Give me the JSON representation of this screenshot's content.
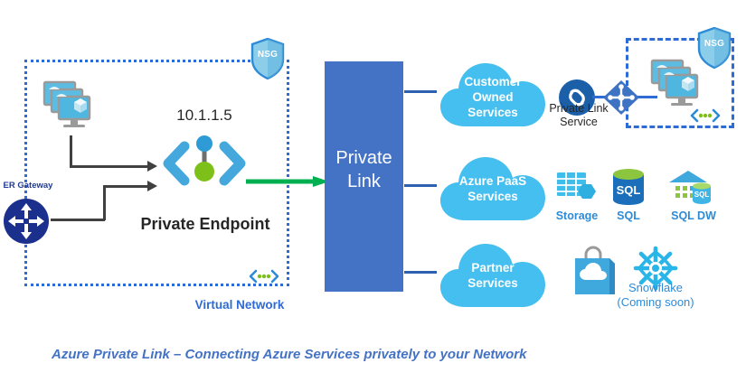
{
  "diagram": {
    "caption": "Azure Private Link – Connecting Azure Services privately to your Network"
  },
  "left_vnet": {
    "label": "Virtual Network",
    "nsg_label": "NSG",
    "vm_stack_name": "virtual-machines",
    "er_gateway_label": "ER Gateway",
    "private_endpoint_ip": "10.1.1.5",
    "private_endpoint_label": "Private Endpoint",
    "subnet_marker": "subnet"
  },
  "private_link": {
    "line1": "Private",
    "line2": "Link"
  },
  "clouds": [
    {
      "id": "customer",
      "lines": [
        "Customer",
        "Owned",
        "Services"
      ]
    },
    {
      "id": "paas",
      "lines": [
        "Azure PaaS",
        "Services"
      ]
    },
    {
      "id": "partner",
      "lines": [
        "Partner",
        "Services"
      ]
    }
  ],
  "private_link_service": {
    "line1": "Private Link",
    "line2": "Service",
    "load_balancer_name": "load-balancer",
    "nsg_label": "NSG",
    "vm_stack_name": "virtual-machines"
  },
  "paas_services": [
    {
      "label": "Storage"
    },
    {
      "label": "SQL"
    },
    {
      "label": "SQL DW"
    }
  ],
  "partner_services": {
    "marketplace_name": "marketplace-bag",
    "snowflake_line1": "Snowflake",
    "snowflake_line2": "(Coming soon)"
  },
  "colors": {
    "private_link_box": "#4472C4",
    "cloud": "#45BFEF",
    "vnet_border": "#2E6BD6",
    "green_arrow": "#00B050",
    "nsg_shield": "#7FC4E8",
    "er_gateway": "#1F3A93",
    "caption": "#4472C4",
    "service_label": "#2E8BD6"
  }
}
